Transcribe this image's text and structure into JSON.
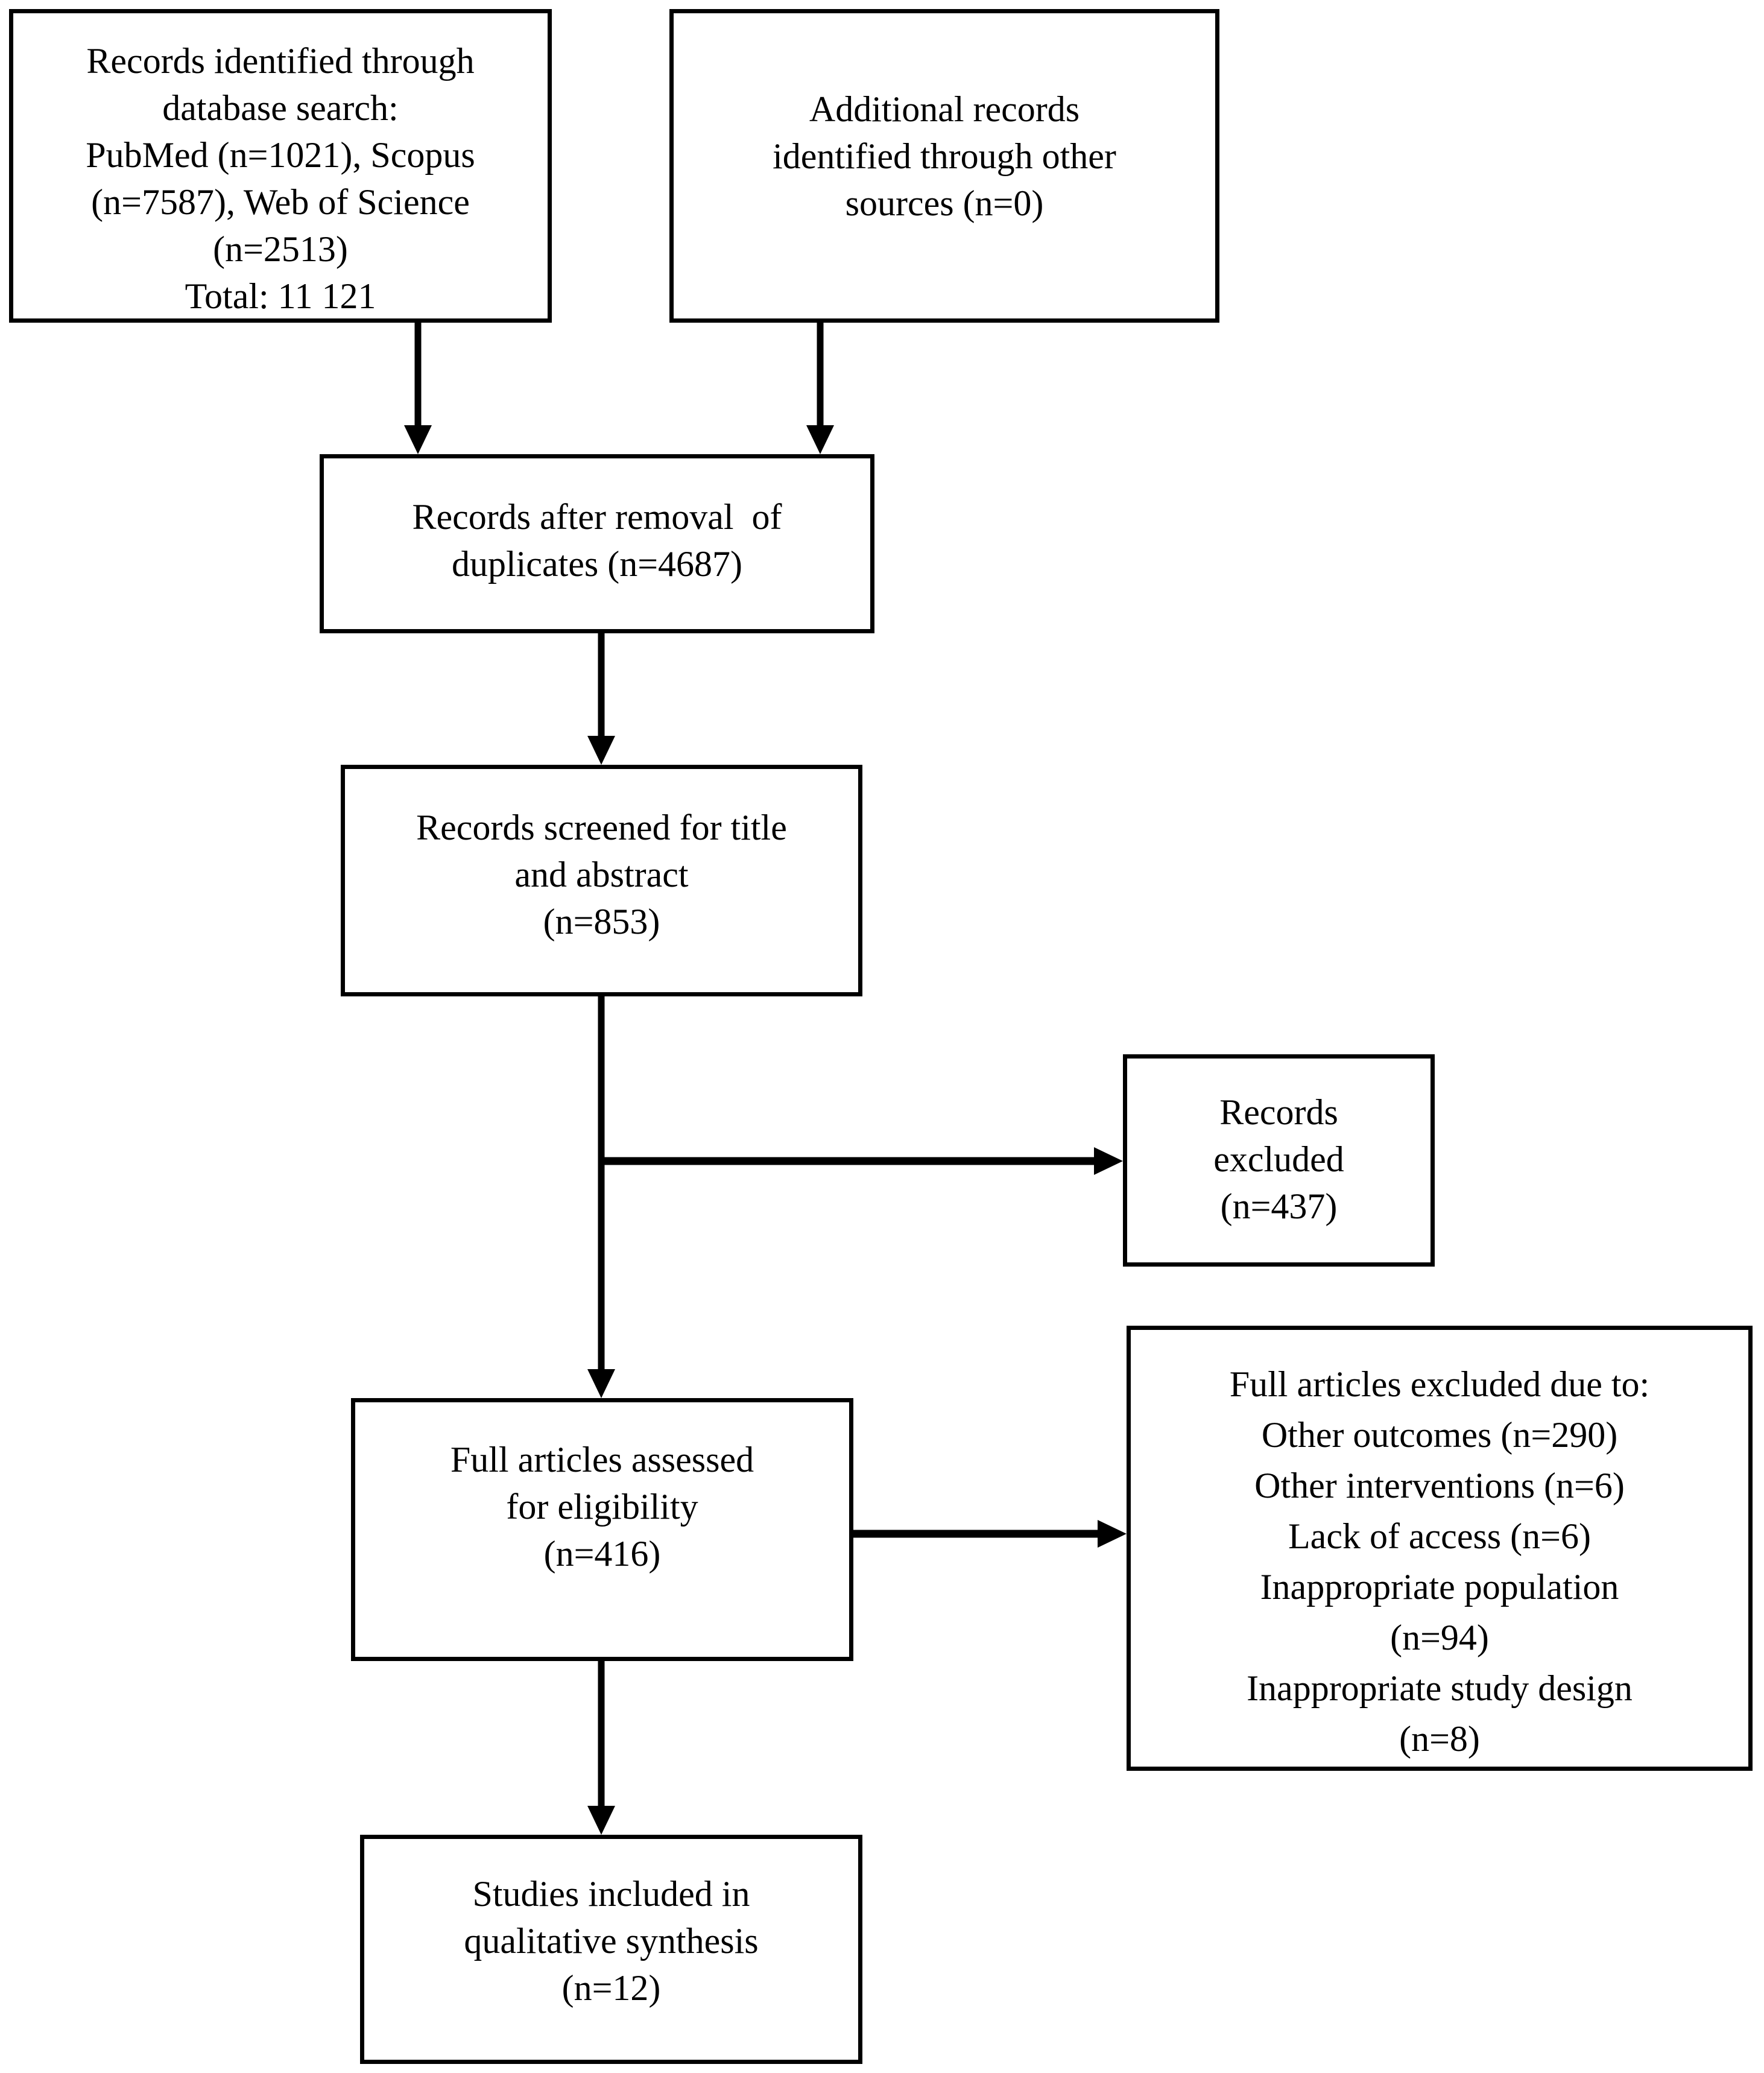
{
  "colors": {
    "line": "#000000",
    "text": "#000000",
    "background": "#ffffff"
  },
  "boxes": {
    "identification": {
      "lines": [
        "Records identified through",
        "database search:",
        "PubMed (n=1021), Scopus",
        "(n=7587), Web of Science",
        "(n=2513)",
        "Total: 11 121"
      ]
    },
    "other_sources": {
      "lines": [
        "Additional records",
        "identified through other",
        "sources (n=0)"
      ]
    },
    "duplicates_removed": {
      "lines": [
        "Records after removal  of",
        "duplicates (n=4687)"
      ]
    },
    "screened": {
      "lines": [
        "Records screened for title",
        "and abstract",
        "(n=853)"
      ]
    },
    "records_excluded": {
      "lines": [
        "Records",
        "excluded",
        "(n=437)"
      ]
    },
    "full_articles_assessed": {
      "lines": [
        "Full articles assessed",
        "for eligibility",
        "(n=416)"
      ]
    },
    "full_articles_excluded": {
      "lines": [
        "Full articles excluded due to:",
        "Other outcomes (n=290)",
        "Other interventions (n=6)",
        "Lack of access (n=6)",
        "Inappropriate population",
        "(n=94)",
        "Inappropriate study design",
        "(n=8)"
      ]
    },
    "included": {
      "lines": [
        "Studies included in",
        "qualitative synthesis",
        "(n=12)"
      ]
    }
  }
}
